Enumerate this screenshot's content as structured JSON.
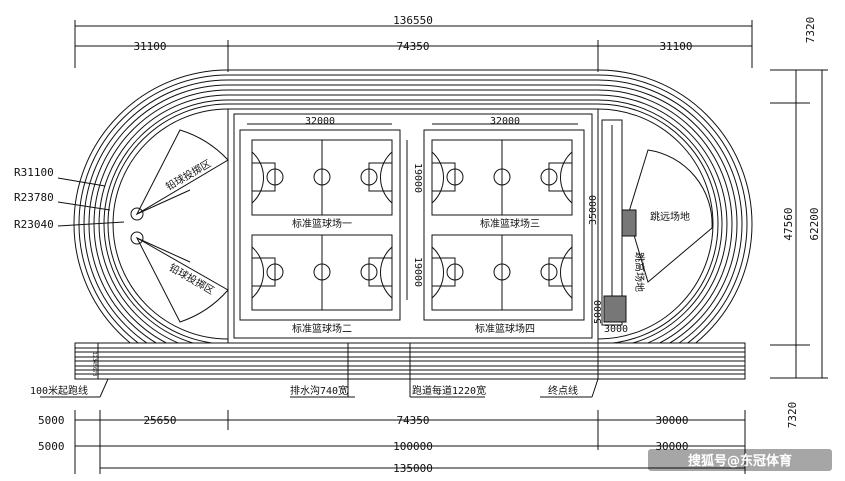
{
  "dimensions": {
    "top_total": "136550",
    "top_left": "31100",
    "top_mid": "74350",
    "top_right": "31100",
    "right_top": "7320",
    "right_a": "47560",
    "right_b": "62200",
    "right_bottom": "7320",
    "bot1_left": "5000",
    "bot1_a": "25650",
    "bot1_b": "74350",
    "bot1_c": "30000",
    "bot2_left": "5000",
    "bot2_mid": "100000",
    "bot2_right": "30000",
    "bot3": "135000"
  },
  "radii": [
    "R31100",
    "R23780",
    "R23040"
  ],
  "courts": {
    "width_dim": "32000",
    "height_dim": "19000",
    "names": [
      "标准篮球场一",
      "标准篮球场二",
      "标准篮球场三",
      "标准篮球场四"
    ]
  },
  "areas": {
    "shot_put": "铅球投掷区",
    "long_jump": "跳远场地",
    "high_jump": "跳高场地",
    "jump_dim": "35000",
    "jump_dim2": "3000",
    "jump_dim3": "5000"
  },
  "callouts": {
    "start_100m": "100米起跑线",
    "drain": "排水沟740宽",
    "lane": "跑道每道1220宽",
    "finish": "终点线"
  },
  "lane_numbers": "12345678",
  "watermark": "搜狐号@东冠体育"
}
